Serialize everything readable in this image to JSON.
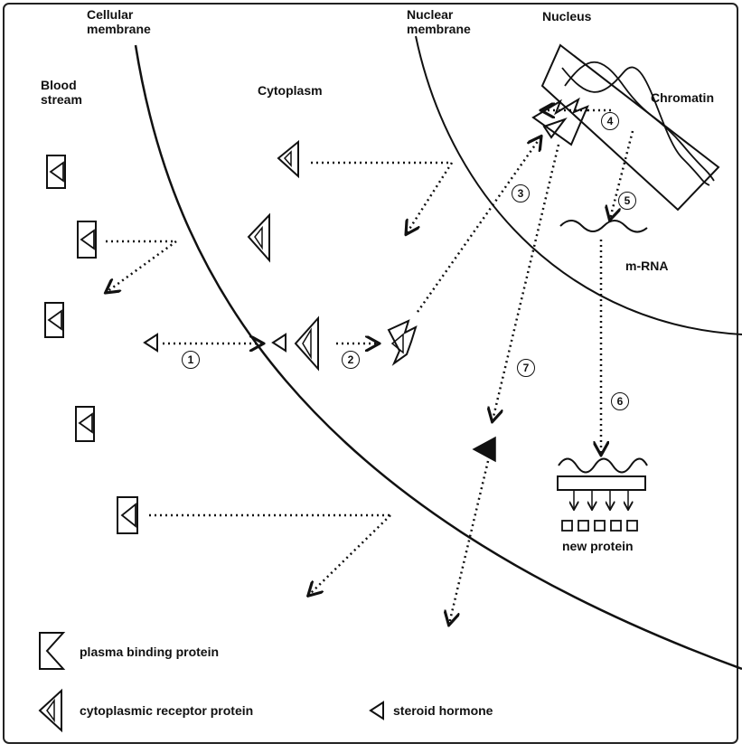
{
  "labels": {
    "cellular_membrane": "Cellular\nmembrane",
    "nuclear_membrane": "Nuclear\nmembrane",
    "nucleus": "Nucleus",
    "blood_stream": "Blood\nstream",
    "cytoplasm": "Cytoplasm",
    "chromatin": "Chromatin",
    "mrna": "m-RNA",
    "new_protein": "new protein"
  },
  "steps": [
    "1",
    "2",
    "3",
    "4",
    "5",
    "6",
    "7"
  ],
  "legend": {
    "plasma_binding_protein": "plasma binding protein",
    "cytoplasmic_receptor_protein": "cytoplasmic receptor protein",
    "steroid_hormone": "steroid hormone"
  }
}
